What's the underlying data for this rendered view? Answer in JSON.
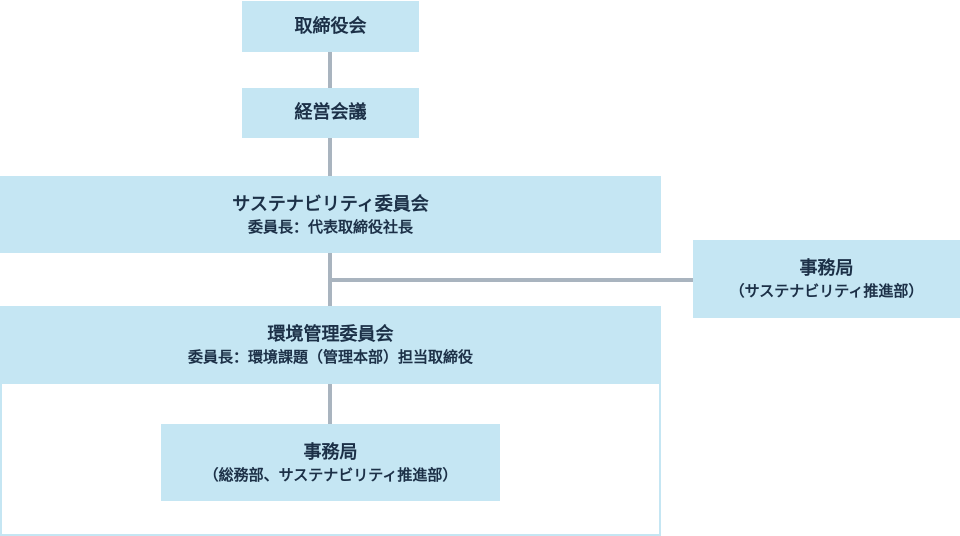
{
  "chart": {
    "board": "取締役会",
    "management": "経営会議",
    "sustainability_committee": {
      "title": "サステナビリティ委員会",
      "chair": "委員長：代表取締役社長"
    },
    "sustainability_secretariat": {
      "title": "事務局",
      "sub": "（サステナビリティ推進部）"
    },
    "environment_committee": {
      "title": "環境管理委員会",
      "chair": "委員長：環境課題（管理本部）担当取締役"
    },
    "environment_secretariat": {
      "title": "事務局",
      "sub": "（総務部、サステナビリティ推進部）"
    }
  },
  "colors": {
    "box_fill": "#c5e6f3",
    "connector": "#a9b4bf",
    "text": "#1c3047"
  }
}
